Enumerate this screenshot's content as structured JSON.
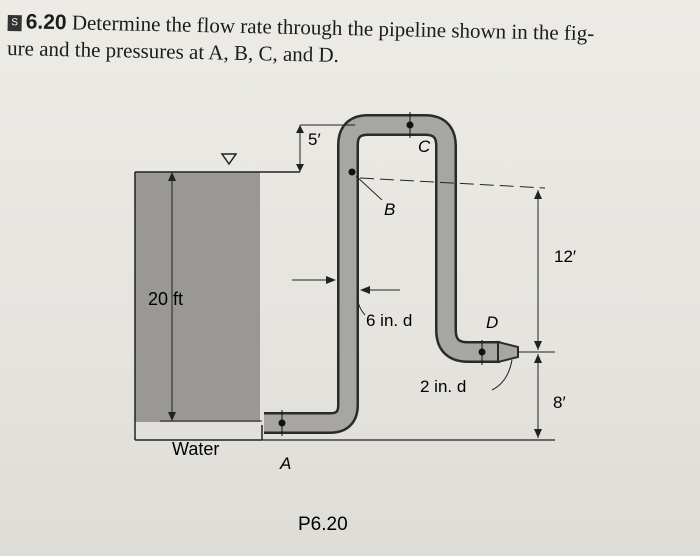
{
  "problem": {
    "badge": "S",
    "number": "6.20",
    "line1": "Determine the flow rate through the pipeline shown in the fig-",
    "line2": "ure and the pressures at A, B, C, and D."
  },
  "figure": {
    "dim_5ft": "5′",
    "point_c": "C",
    "point_b": "B",
    "dim_20ft": "20 ft",
    "dim_12ft": "12′",
    "pipe_diameter": "6 in. d",
    "point_d": "D",
    "nozzle_diameter": "2 in. d",
    "dim_8ft": "8′",
    "water_label": "Water",
    "point_a": "A",
    "caption": "P6.20"
  }
}
